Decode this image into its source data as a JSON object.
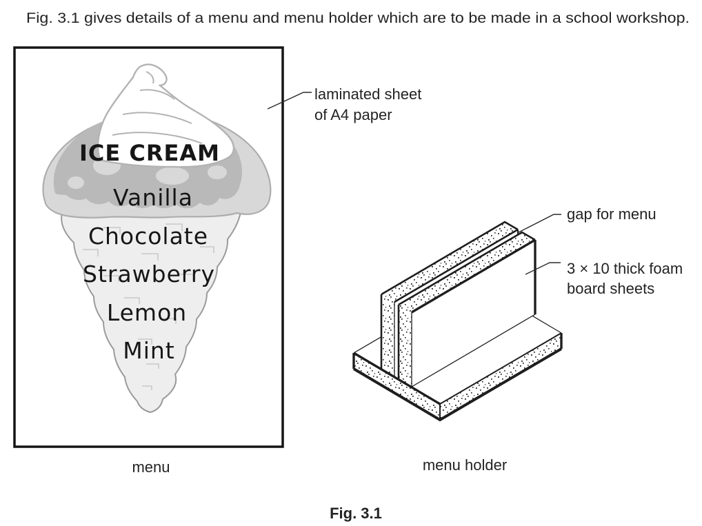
{
  "page": {
    "caption": "Fig. 3.1 gives details of a menu and menu holder which are to be made in a school workshop.",
    "figure_label": "Fig. 3.1"
  },
  "menu": {
    "title": "ICE CREAM",
    "flavors": [
      "Vanilla",
      "Chocolate",
      "Strawberry",
      "Lemon",
      "Mint"
    ],
    "caption": "menu"
  },
  "holder": {
    "caption": "menu holder"
  },
  "annotations": {
    "laminated_line1": "laminated sheet",
    "laminated_line2": "of A4 paper",
    "gap_label": "gap for menu",
    "foam_line1": "3 × 10 thick foam",
    "foam_line2": "board sheets"
  },
  "colors": {
    "ink": "#1e1e1e",
    "scoop": "#d8d8d8",
    "drizzle": "#b9b9b9",
    "cone": "#eeeeee",
    "soft_outline": "#a6a6a6"
  }
}
